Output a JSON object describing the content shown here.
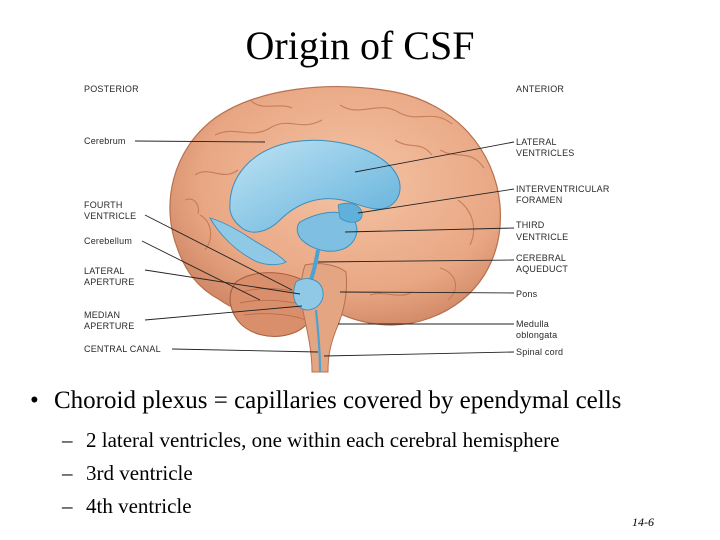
{
  "slide": {
    "title": "Origin of CSF",
    "page_number": "14-6"
  },
  "figure": {
    "labels_left": {
      "posterior": "POSTERIOR",
      "cerebrum": "Cerebrum",
      "fourth_ventricle_1": "FOURTH",
      "fourth_ventricle_2": "VENTRICLE",
      "cerebellum": "Cerebellum",
      "lateral_aperture_1": "LATERAL",
      "lateral_aperture_2": "APERTURE",
      "median_aperture_1": "MEDIAN",
      "median_aperture_2": "APERTURE",
      "central_canal": "CENTRAL CANAL"
    },
    "labels_right": {
      "anterior": "ANTERIOR",
      "lateral_ventricles_1": "LATERAL",
      "lateral_ventricles_2": "VENTRICLES",
      "interventricular_foramen_1": "INTERVENTRICULAR",
      "interventricular_foramen_2": "FORAMEN",
      "third_ventricle_1": "THIRD",
      "third_ventricle_2": "VENTRICLE",
      "cerebral_aqueduct_1": "CEREBRAL",
      "cerebral_aqueduct_2": "AQUEDUCT",
      "pons": "Pons",
      "medulla_1": "Medulla",
      "medulla_2": "oblongata",
      "spinal_cord": "Spinal cord"
    },
    "colors": {
      "brain": "#e9a784",
      "brain_dark": "#c97c5a",
      "ventricle": "#8fc9e6",
      "ventricle_dark": "#4aa3d0"
    }
  },
  "bullets": {
    "main_marker": "•",
    "main": "Choroid plexus = capillaries covered  by ependymal cells",
    "sub_marker": "–",
    "sub": [
      "2 lateral ventricles, one within each cerebral hemisphere",
      "3rd ventricle",
      "4th ventricle"
    ]
  }
}
